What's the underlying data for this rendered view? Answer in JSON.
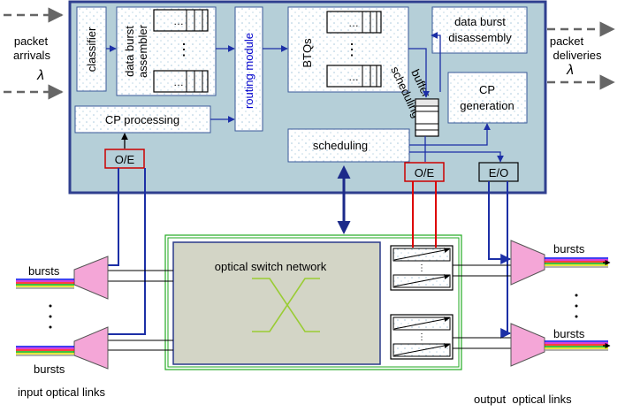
{
  "labels": {
    "packet_arrivals_1": "packet",
    "packet_arrivals_2": "arrivals",
    "lambda_in": "λ",
    "packet_deliveries_1": "packet",
    "packet_deliveries_2": "deliveries",
    "lambda_out": "λ",
    "classifier": "classifier",
    "assembler_1": "data burst",
    "assembler_2": "assembler",
    "ellipsis": "…",
    "vdots": "⋮",
    "routing_module": "routing module",
    "btqs": "BTQs",
    "disassembly_1": "data burst",
    "disassembly_2": "disassembly",
    "cp_generation_1": "CP",
    "cp_generation_2": "generation",
    "scheduling_buffer_1": "scheduling",
    "scheduling_buffer_2": "buffer",
    "cp_processing": "CP processing",
    "scheduling": "scheduling",
    "oe_left": "O/E",
    "oe_right": "O/E",
    "eo_right": "E/O",
    "optical_switch_network": "optical switch network",
    "bursts_in_top": "bursts",
    "bursts_in_bottom": "bursts",
    "bursts_out_top": "bursts",
    "bursts_out_bottom": "bursts",
    "input_links": "input optical links",
    "output_links": "output  optical links",
    "input_dots": "·\n·\n·",
    "output_dots": "·\n·\n·"
  },
  "colors": {
    "control_box_fill": "#b5cfd8",
    "control_box_border": "#2f3f8f",
    "switch_fill": "#d3d5c6",
    "switch_outer_border": "#22aa22",
    "demux_fill": "#f4a6d7",
    "arrow_blue": "#1c2fa6",
    "oe_border": "#cc0000",
    "red_line": "#dd0000",
    "crossbar": "#99cc33",
    "routing_text": "#0000cc"
  }
}
